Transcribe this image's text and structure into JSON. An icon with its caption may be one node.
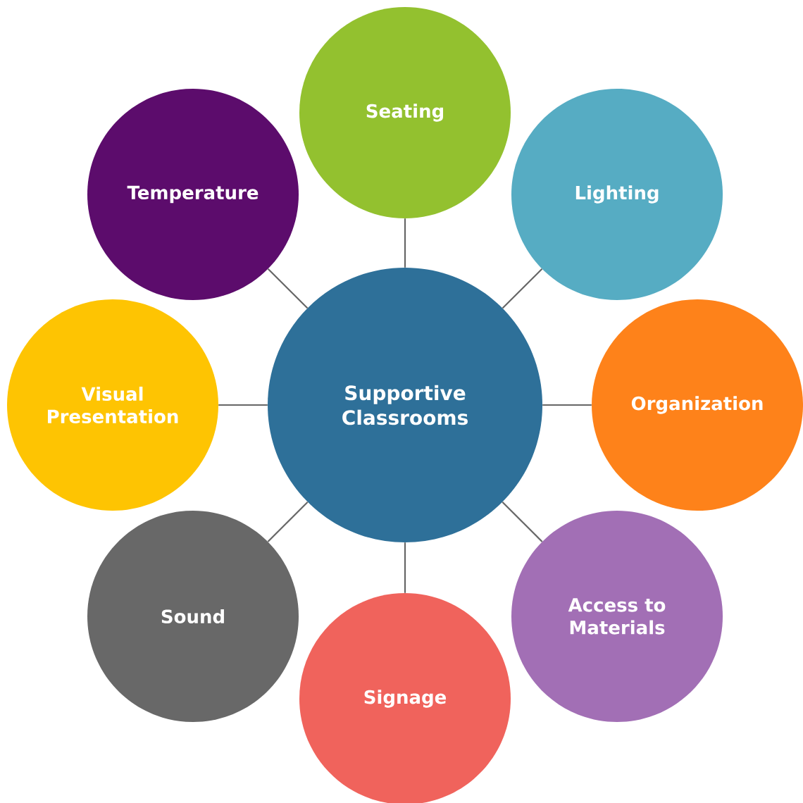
{
  "diagram": {
    "nodes": [
      {
        "text": [
          "Supportive Classrooms"
        ]
      },
      {
        "text": [
          "Seating"
        ]
      },
      {
        "text": [
          "Lighting"
        ]
      },
      {
        "text": [
          "Organization"
        ]
      },
      {
        "text": [
          "Access to Materials"
        ]
      },
      {
        "text": [
          "Signage"
        ]
      },
      {
        "text": [
          "Sound"
        ]
      },
      {
        "text": [
          "Visual Presentation"
        ]
      },
      {
        "text": [
          "Temperature"
        ]
      }
    ],
    "edges": [
      {
        "from": 0,
        "to": 1,
        "arrow": "none"
      },
      {
        "from": 0,
        "to": 2,
        "arrow": "none"
      },
      {
        "from": 0,
        "to": 3,
        "arrow": "none"
      },
      {
        "from": 0,
        "to": 4,
        "arrow": "none"
      },
      {
        "from": 0,
        "to": 5,
        "arrow": "none"
      },
      {
        "from": 0,
        "to": 6,
        "arrow": "none"
      },
      {
        "from": 0,
        "to": 7,
        "arrow": "none"
      },
      {
        "from": 0,
        "to": 8,
        "arrow": "none"
      }
    ]
  }
}
